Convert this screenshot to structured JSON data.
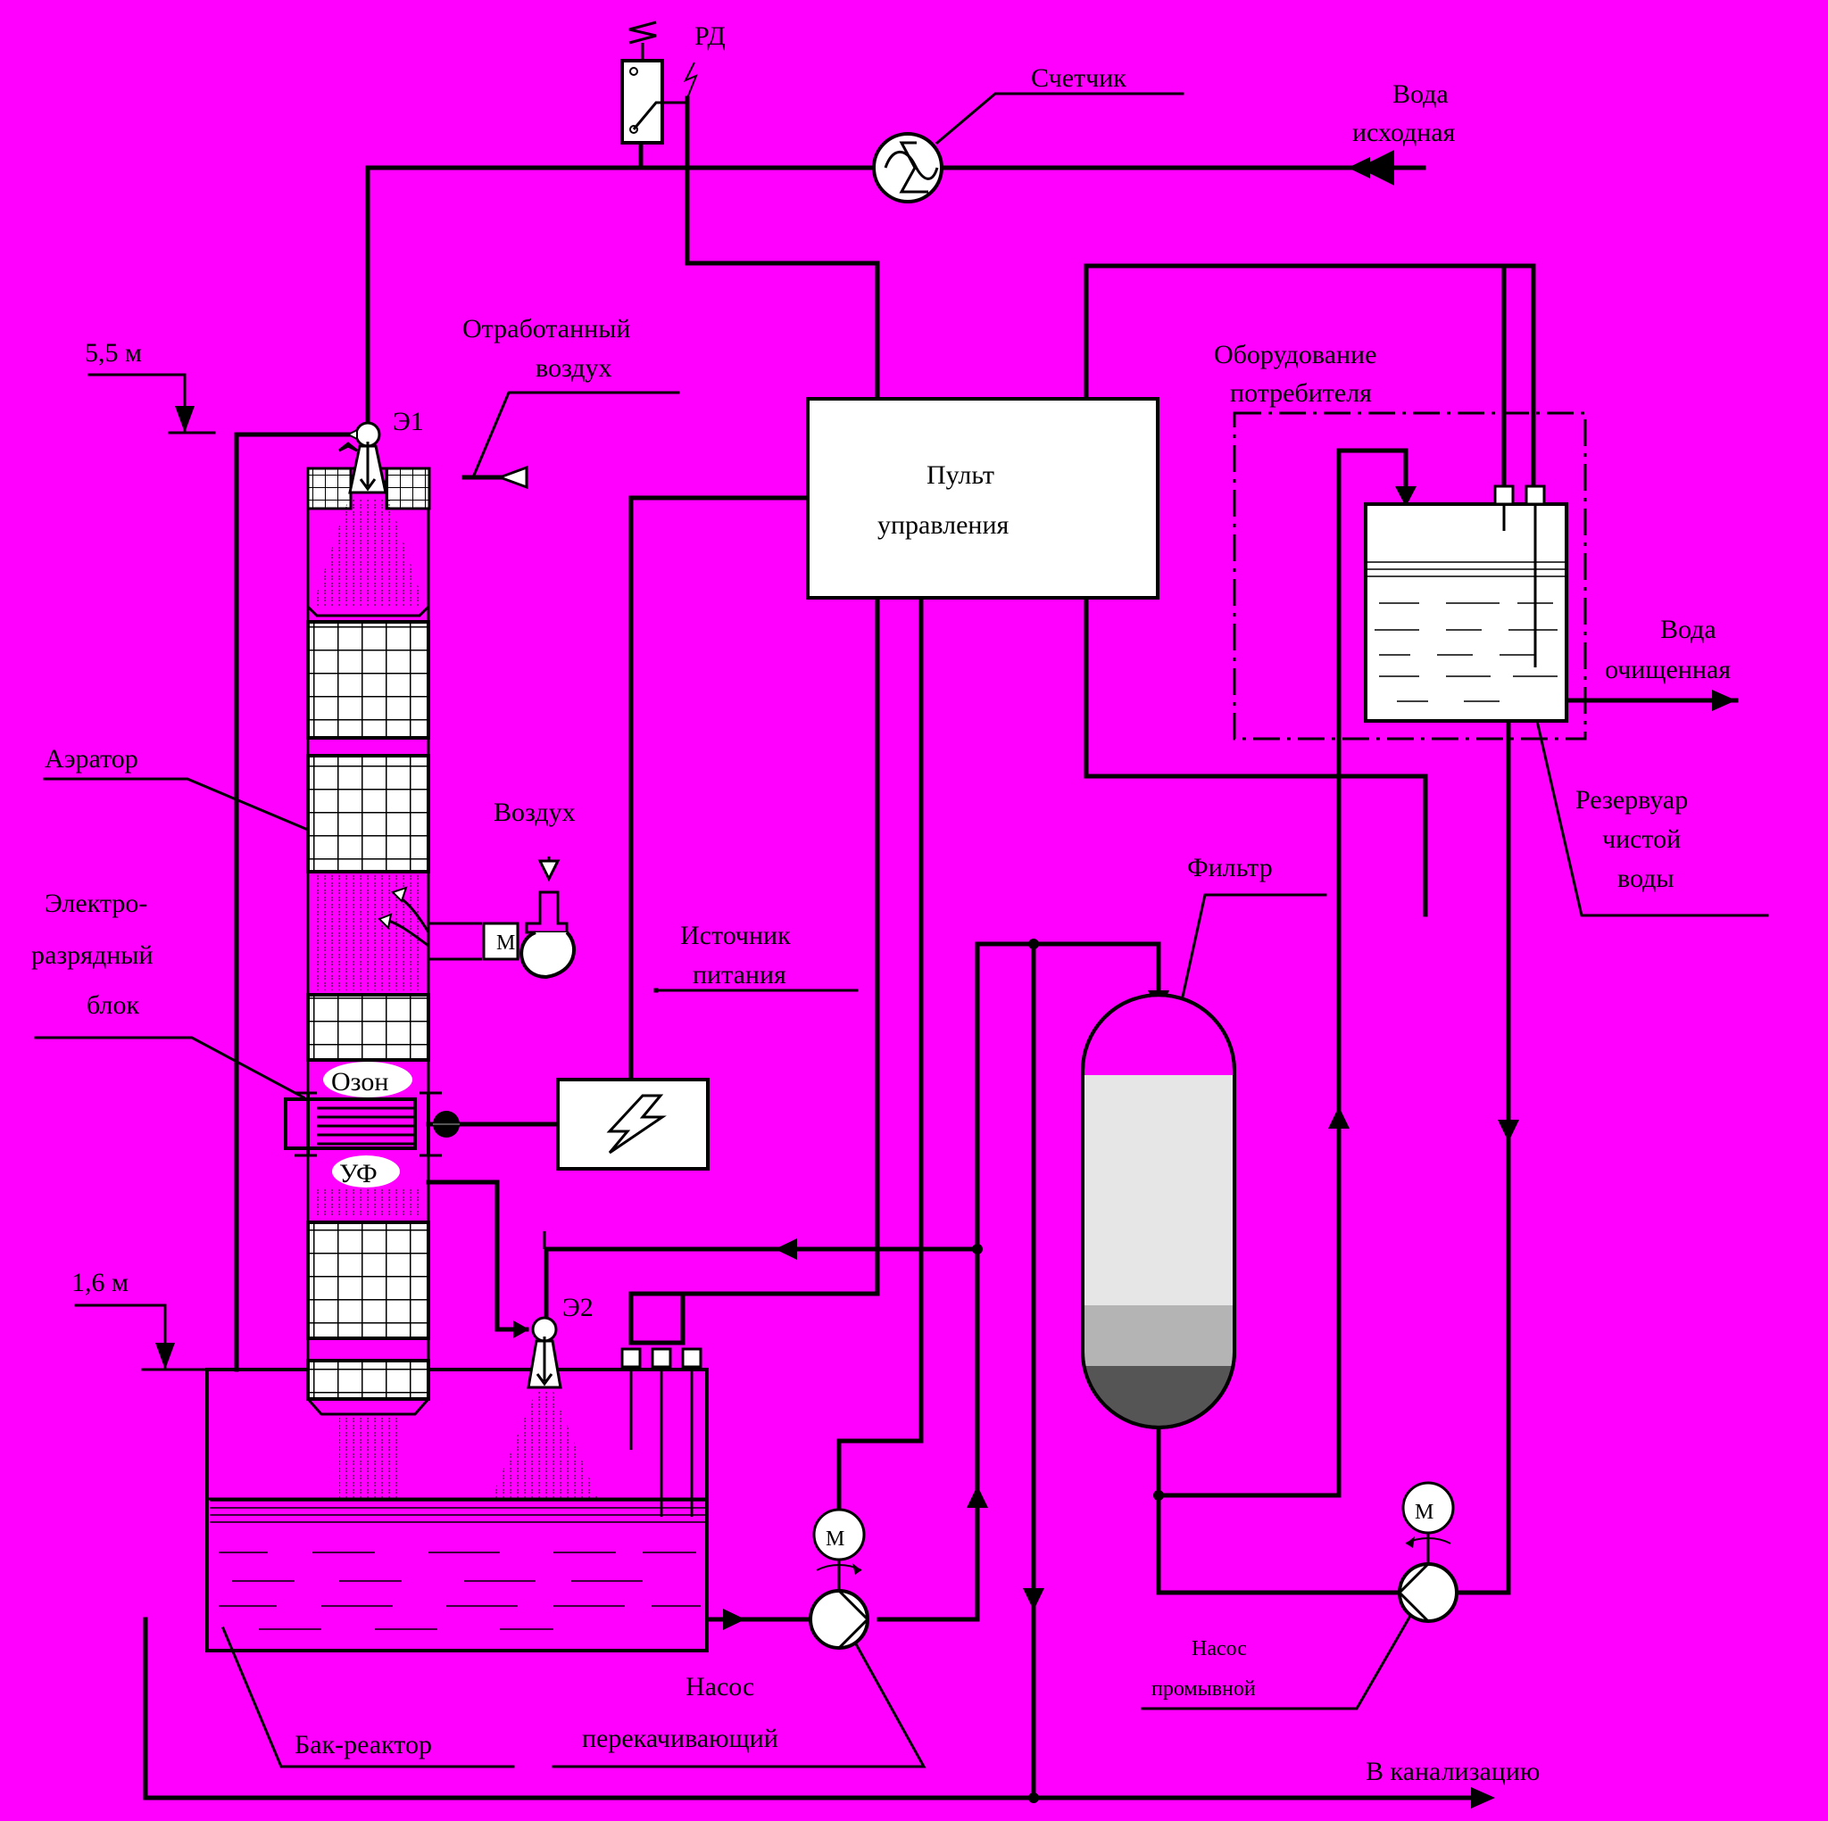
{
  "colors": {
    "background": "#ff00ff",
    "line": "#000000",
    "box_fill": "#ffffff",
    "filter_light": "#e6e6e6",
    "filter_mid": "#b4b4b4",
    "filter_dark": "#555555"
  },
  "labels": {
    "rd": "РД",
    "counter": "Счетчик",
    "water_in_1": "Вода",
    "water_in_2": "исходная",
    "level_top": "5,5 м",
    "exhaust_1": "Отработанный",
    "exhaust_2": "воздух",
    "ejector_1": "Э1",
    "ejector_2": "Э2",
    "control_1": "Пульт",
    "control_2": "управления",
    "consumer_1": "Оборудование",
    "consumer_2": "потребителя",
    "water_out_1": "Вода",
    "water_out_2": "очищенная",
    "aerator": "Аэратор",
    "air": "Воздух",
    "motor": "М",
    "discharge_1": "Электро-",
    "discharge_2": "разрядный",
    "discharge_3": "блок",
    "power_1": "Источник",
    "power_2": "питания",
    "ozone": "Озон",
    "uv": "УФ",
    "filter": "Фильтр",
    "reservoir_1": "Резервуар",
    "reservoir_2": "чистой",
    "reservoir_3": "воды",
    "level_bottom": "1,6 м",
    "tank": "Бак-реактор",
    "pump_transfer_1": "Насос",
    "pump_transfer_2": "перекачивающий",
    "pump_wash_1": "Насос",
    "pump_wash_2": "промывной",
    "sewer": "В канализацию",
    "pump_motor": "М"
  },
  "icons": [
    "counter-icon",
    "pressure-relay-icon",
    "lightning-icon",
    "motor-icon",
    "pump-icon",
    "ejector-icon"
  ]
}
